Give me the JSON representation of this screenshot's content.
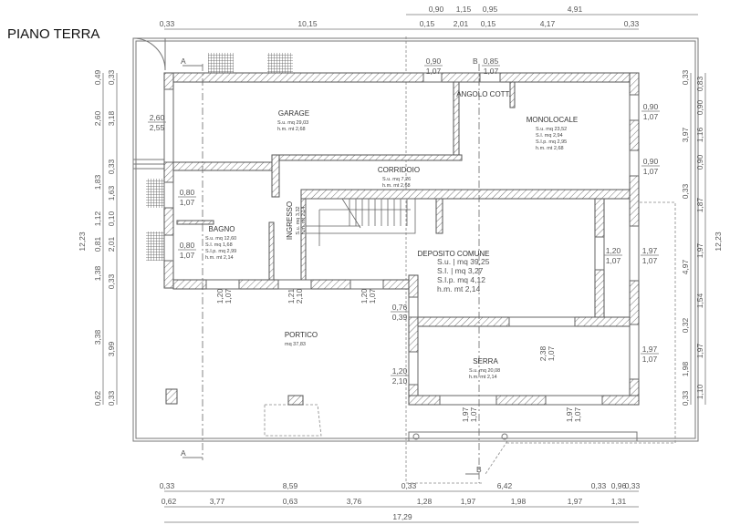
{
  "title": "PIANO TERRA",
  "section_marks": [
    "A",
    "A",
    "B",
    "B"
  ],
  "rooms": [
    {
      "name": "GARAGE",
      "lines": [
        "S.u.   mq 29,03",
        "h.m.  mt 2,68"
      ]
    },
    {
      "name": "ANGOLO COTT.",
      "lines": []
    },
    {
      "name": "MONOLOCALE",
      "lines": [
        "S.u.   mq 23,52",
        "S.I.   mq 2,94",
        "S.I.p. mq 2,95",
        "h.m.  mt 2,68"
      ]
    },
    {
      "name": "CORRIDOIO",
      "lines": [
        "S.u.   mq 7,26",
        "h.m.  mt 2,68"
      ]
    },
    {
      "name": "BAGNO",
      "lines": [
        "S.u.   mq 12,60",
        "S.I.   mq 1,68",
        "S.I.p. mq 2,99",
        "h.m.  mt 2,14"
      ]
    },
    {
      "name": "DEPOSITO COMUNE",
      "lines": [
        "S.u. | mq 39,25",
        "S.I.  | mq 3,27",
        "S.I.p. mq 4,12",
        "h.m.  mt 2,14"
      ]
    },
    {
      "name": "PORTICO",
      "lines": [
        "mq 37,83"
      ]
    },
    {
      "name": "SERRA",
      "lines": [
        "S.u.   mq 20,08",
        "h.m.  mt 2,14"
      ]
    }
  ],
  "ingresso": {
    "name": "INGRESSO",
    "lines": [
      "S.u.  mq 3,32",
      "h.m.  mt 2,14"
    ]
  },
  "openings": [
    [
      "0,90",
      "1,07"
    ],
    [
      "0,85",
      "1,07"
    ],
    [
      "2,60",
      "2,55"
    ],
    [
      "0,80",
      "1,07"
    ],
    [
      "0,80",
      "1,07"
    ],
    [
      "0,90",
      "1,07"
    ],
    [
      "0,90",
      "1,07"
    ],
    [
      "1,20",
      "1,07"
    ],
    [
      "1,97",
      "1,07"
    ],
    [
      "1,97",
      "1,07"
    ],
    [
      "0,76",
      "0,39"
    ],
    [
      "1,20",
      "2,10"
    ],
    [
      "1,20",
      "1,07"
    ],
    [
      "1,21",
      "2,10"
    ],
    [
      "1,20",
      "1,07"
    ],
    [
      "2,38",
      "1,07"
    ],
    [
      "1,97",
      "1,07"
    ],
    [
      "1,97",
      "1,07"
    ]
  ],
  "dimensions": {
    "top_row1": [
      "0,90",
      "1,15",
      "0,95",
      "4,91"
    ],
    "top_row2": [
      "0,33",
      "10,15",
      "0,15",
      "2,01",
      "0,15",
      "4,17",
      "0,33"
    ],
    "left_outer": [
      "0,49",
      "2,60",
      "1,83",
      "1,12",
      "0,81",
      "1,38",
      "3,38",
      "0,62"
    ],
    "left_inner": [
      "0,33",
      "3,18",
      "0,33",
      "1,63",
      "0,10",
      "2,01",
      "0,33",
      "3,99",
      "0,33"
    ],
    "left_total": "12,23",
    "right_inner": [
      "0,33",
      "3,97",
      "0,33",
      "4,97",
      "0,32",
      "1,98",
      "0,33"
    ],
    "right_outer": [
      "0,83",
      "0,90",
      "1,16",
      "0,90",
      "1,87",
      "1,97",
      "1,54",
      "1,97",
      "1,10"
    ],
    "right_total": "12,23",
    "bottom_row1": [
      "0,33",
      "8,59",
      "0,33",
      "6,42",
      "0,33",
      "0,96",
      "0,33"
    ],
    "bottom_row2": [
      "0,62",
      "3,77",
      "0,63",
      "3,76",
      "1,28",
      "1,97",
      "1,98",
      "1,97",
      "1,31"
    ],
    "bottom_total": "17,29"
  }
}
